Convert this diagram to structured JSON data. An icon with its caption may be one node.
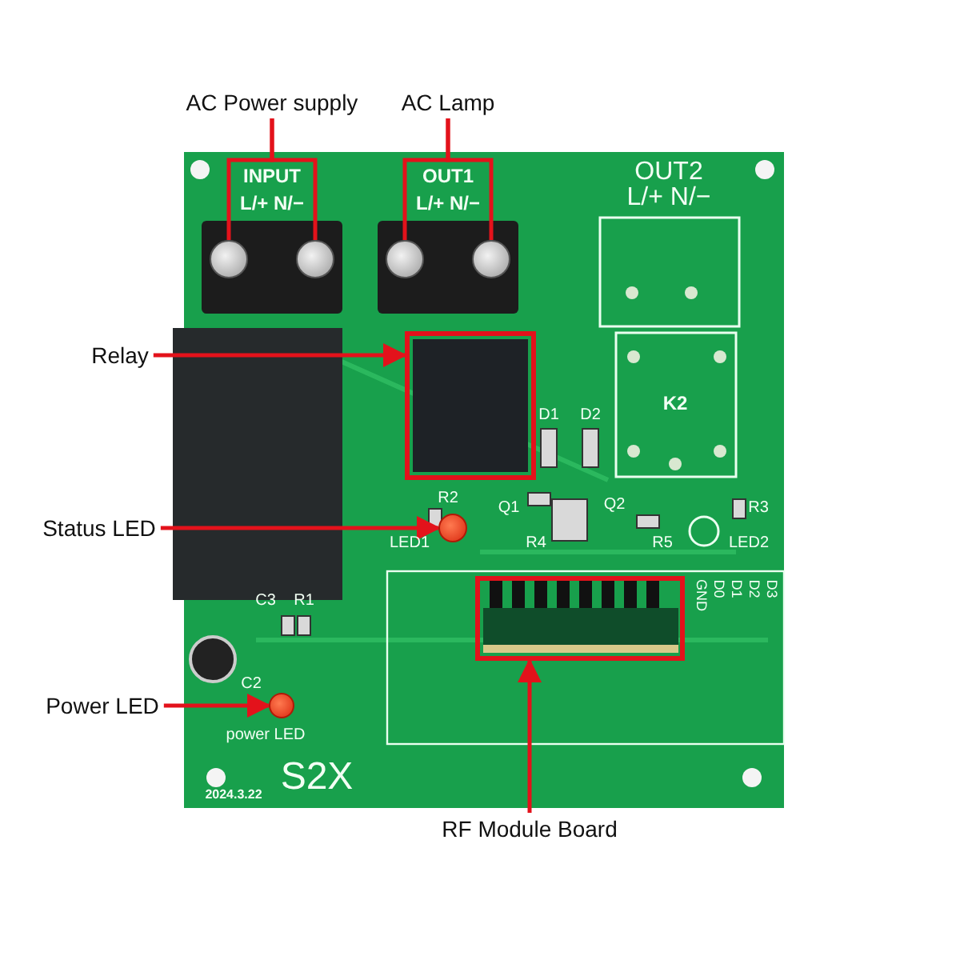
{
  "diagram": {
    "nodes": [
      {
        "text": [
          "AC Power supply"
        ]
      },
      {
        "text": [
          "AC Lamp"
        ]
      },
      {
        "text": [
          "Relay"
        ]
      },
      {
        "text": [
          "Status LED"
        ]
      },
      {
        "text": [
          "Power LED"
        ]
      },
      {
        "text": [
          "RF Module Board"
        ]
      },
      {
        "text": [],
        "shape": "circle"
      },
      {
        "text": [],
        "shape": "circle"
      },
      {
        "text": [],
        "shape": "circle"
      },
      {
        "text": [],
        "shape": "circle"
      },
      {
        "text": [],
        "shape": "box"
      },
      {
        "text": [],
        "shape": "circle"
      },
      {
        "text": [],
        "shape": "circle"
      },
      {
        "text": [],
        "shape": "box"
      }
    ],
    "edges": [
      {
        "from": 0,
        "to": 6,
        "arrow": "none"
      },
      {
        "from": 0,
        "to": 7,
        "arrow": "none"
      },
      {
        "from": 1,
        "to": 8,
        "arrow": "none"
      },
      {
        "from": 1,
        "to": 9,
        "arrow": "none"
      },
      {
        "from": 2,
        "to": 10,
        "arrow": "to"
      },
      {
        "from": 3,
        "to": 11,
        "arrow": "to"
      },
      {
        "from": 4,
        "to": 12,
        "arrow": "to"
      },
      {
        "from": 5,
        "to": 13,
        "arrow": "to"
      }
    ],
    "labels": [
      "INPUT",
      "L/+ N/−",
      "OUT1",
      "L/+ N/−",
      "OUT2",
      "L/+ N/−",
      "K2",
      "D1",
      "D2",
      "R2",
      "Q1",
      "Q2",
      "R3",
      "LED1",
      "R4",
      "R5",
      "LED2",
      "GND",
      "D0",
      "D1",
      "D2",
      "D3",
      "C3",
      "R1",
      "C2",
      "power LED",
      "S2X",
      "2024.3.22"
    ]
  }
}
